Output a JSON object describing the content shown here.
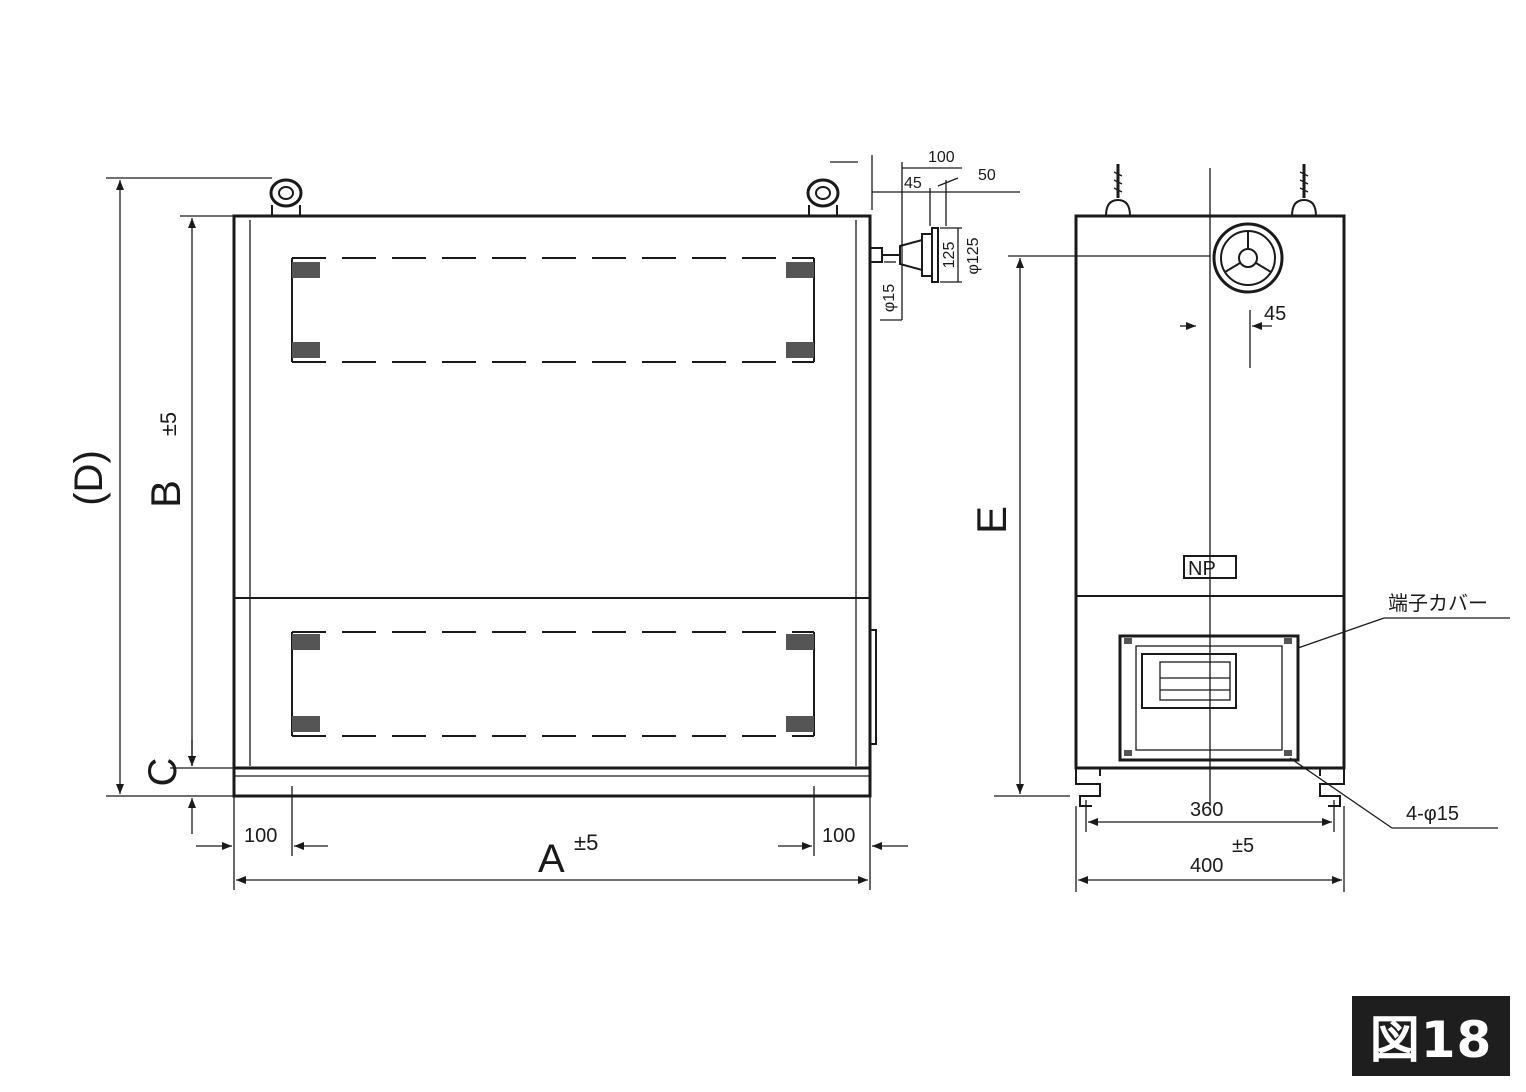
{
  "figure_label": "図18",
  "front_view": {
    "dim_D": "(D)",
    "dim_B": "B",
    "dim_B_tol": "±5",
    "dim_C": "C",
    "dim_A": "A",
    "dim_A_tol": "±5",
    "dim_left_100": "100",
    "dim_right_100": "100",
    "pipe_100": "100",
    "pipe_45": "45",
    "pipe_50": "50",
    "pipe_125": "125",
    "pipe_phi125": "φ125",
    "pipe_phi15": "φ15"
  },
  "side_view": {
    "dim_E": "E",
    "dim_45": "45",
    "nameplate": "NP",
    "terminal_cover": "端子カバー",
    "dim_360": "360",
    "dim_tol": "±5",
    "dim_400": "400",
    "holes": "4-φ15"
  }
}
